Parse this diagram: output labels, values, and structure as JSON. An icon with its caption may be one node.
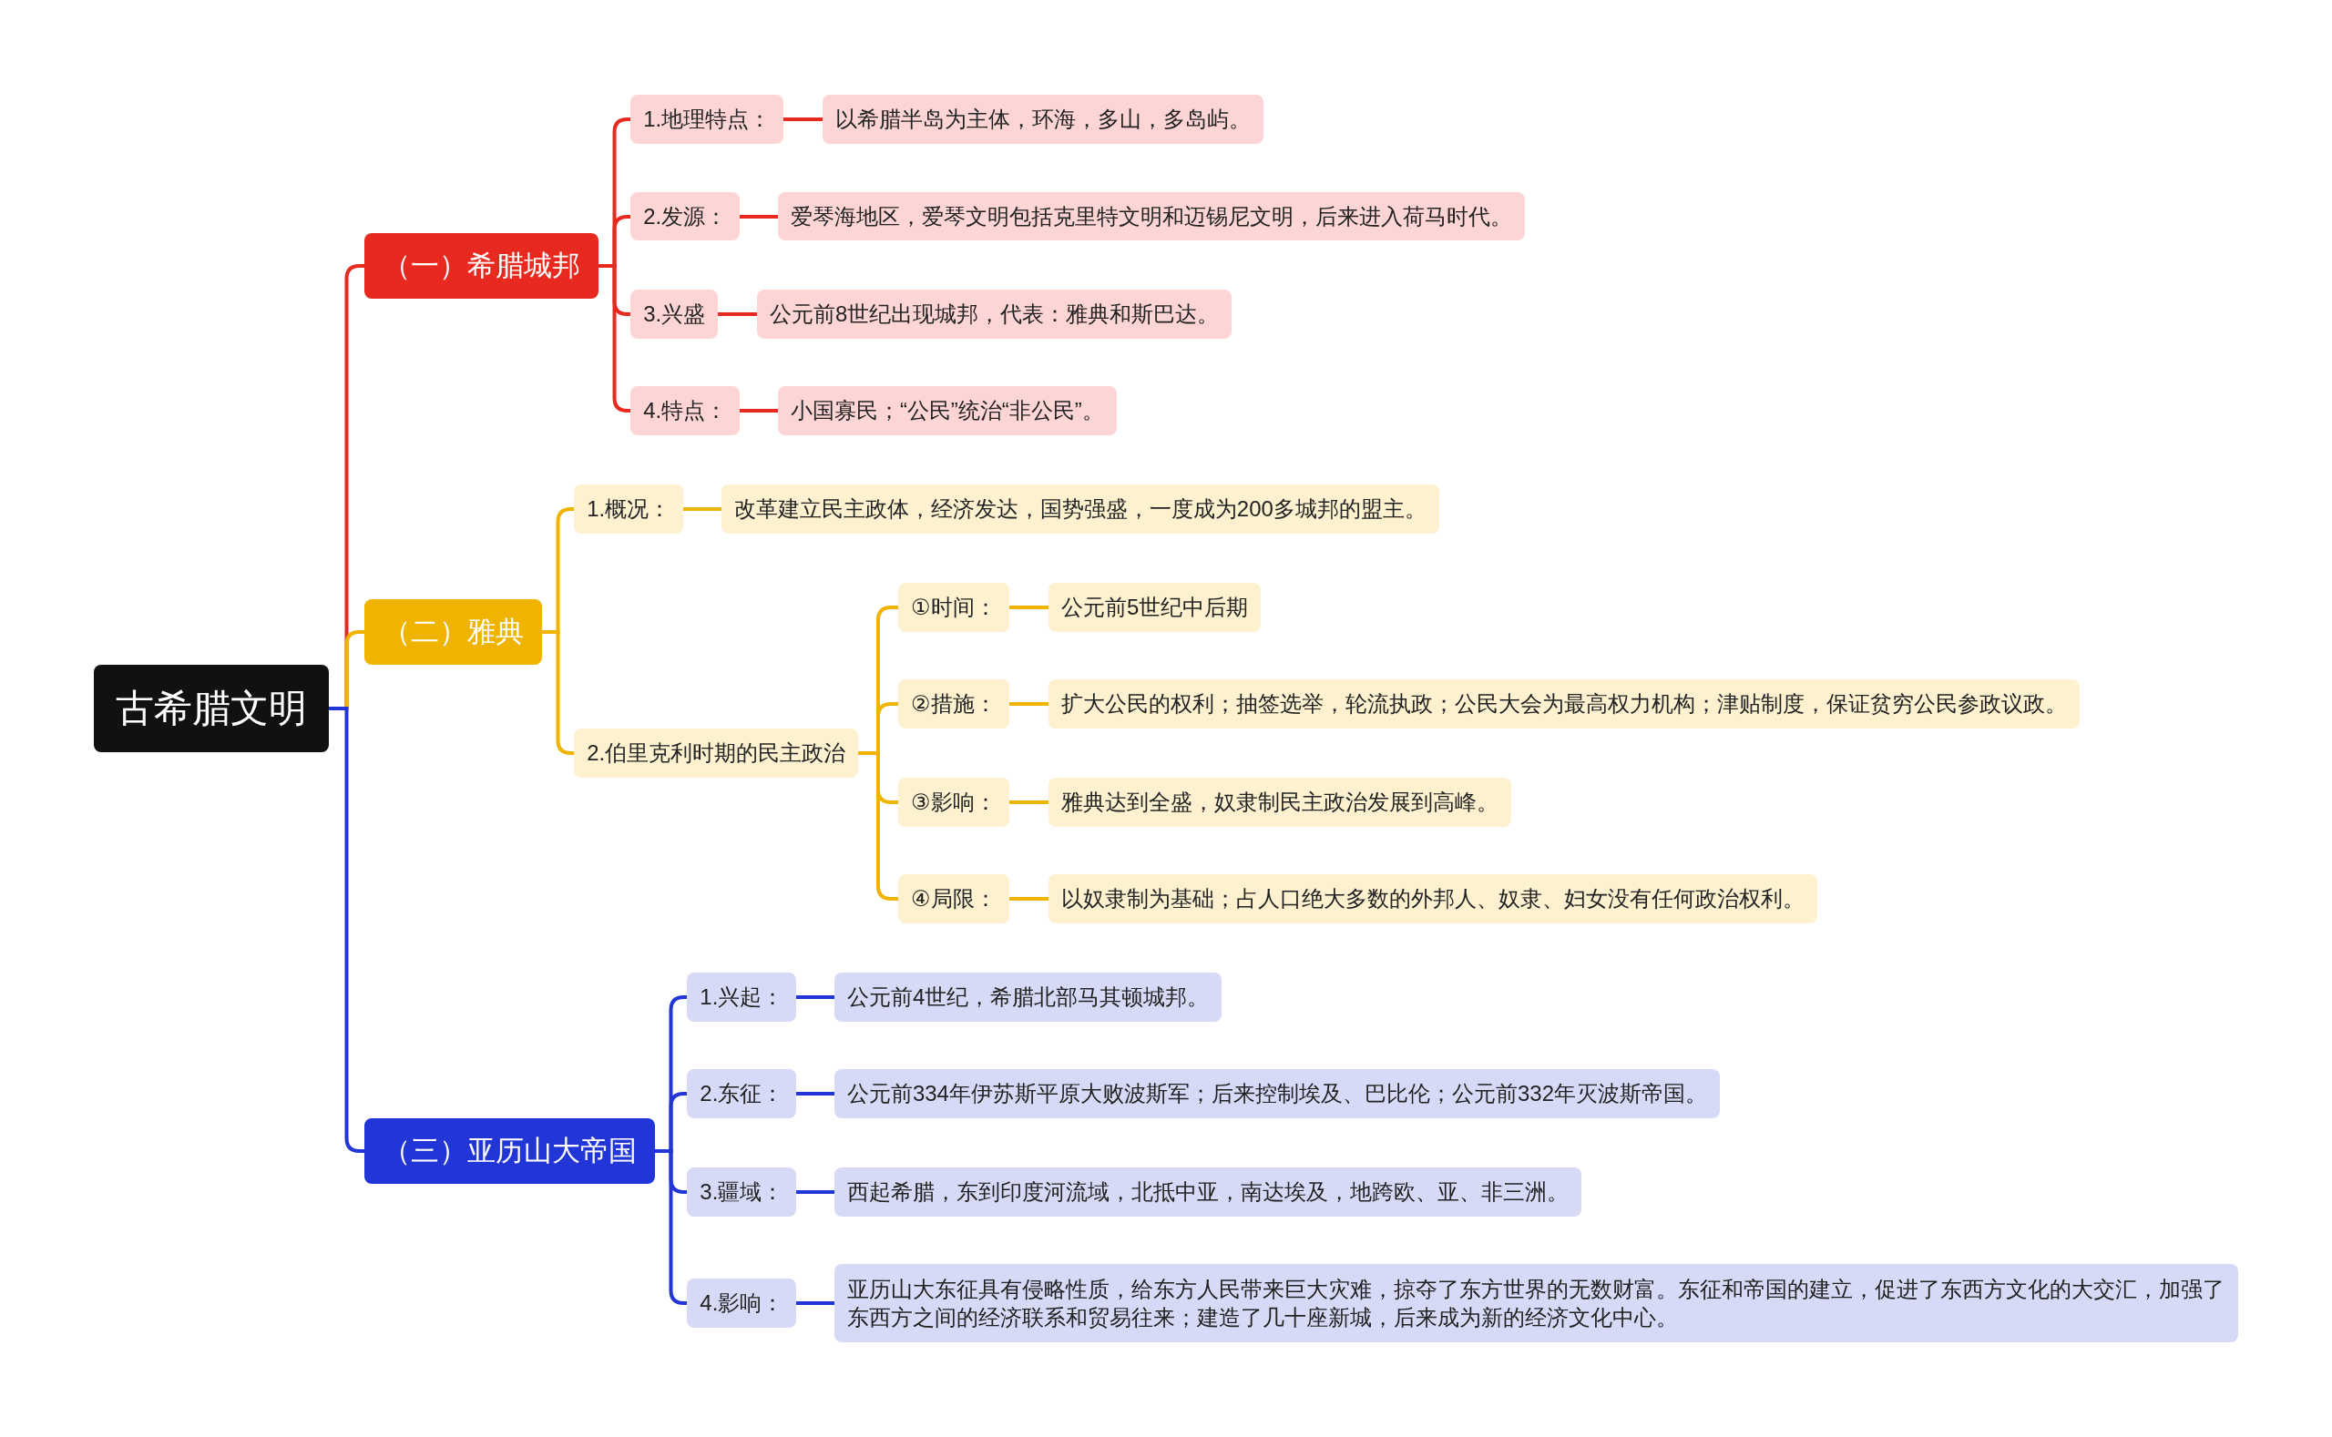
{
  "diagram": {
    "nodes": [
      {
        "text": [
          "古希腊文明"
        ]
      },
      {
        "text": [
          "（一）希腊城邦"
        ]
      },
      {
        "text": [
          "1.地理特点："
        ]
      },
      {
        "text": [
          "以希腊半岛为主体，环海，多山，多岛屿。"
        ]
      },
      {
        "text": [
          "2.发源："
        ]
      },
      {
        "text": [
          "爱琴海地区，爱琴文明包括克里特文明和迈锡尼文明，后来进入荷马时代。"
        ]
      },
      {
        "text": [
          "3.兴盛"
        ]
      },
      {
        "text": [
          "公元前8世纪出现城邦，代表：雅典和斯巴达。"
        ]
      },
      {
        "text": [
          "4.特点："
        ]
      },
      {
        "text": [
          "小国寡民；“公民”统治“非公民”。"
        ]
      },
      {
        "text": [
          "（二）雅典"
        ]
      },
      {
        "text": [
          "1.概况："
        ]
      },
      {
        "text": [
          "改革建立民主政体，经济发达，国势强盛，一度成为200多城邦的盟主。"
        ]
      },
      {
        "text": [
          "2.伯里克利时期的民主政治"
        ]
      },
      {
        "text": [
          "①时间："
        ]
      },
      {
        "text": [
          "公元前5世纪中后期"
        ]
      },
      {
        "text": [
          "②措施："
        ]
      },
      {
        "text": [
          "扩大公民的权利；抽签选举，轮流执政；公民大会为最高权力机构；津贴制度，保证贫穷公民参政议政。"
        ]
      },
      {
        "text": [
          "③影响："
        ]
      },
      {
        "text": [
          "雅典达到全盛，奴隶制民主政治发展到高峰。"
        ]
      },
      {
        "text": [
          "④局限："
        ]
      },
      {
        "text": [
          "以奴隶制为基础；占人口绝大多数的外邦人、奴隶、妇女没有任何政治权利。"
        ]
      },
      {
        "text": [
          "（三）亚历山大帝国"
        ]
      },
      {
        "text": [
          "1.兴起："
        ]
      },
      {
        "text": [
          "公元前4世纪，希腊北部马其顿城邦。"
        ]
      },
      {
        "text": [
          "2.东征："
        ]
      },
      {
        "text": [
          "公元前334年伊苏斯平原大败波斯军；后来控制埃及、巴比伦；公元前332年灭波斯帝国。"
        ]
      },
      {
        "text": [
          "3.疆域："
        ]
      },
      {
        "text": [
          "西起希腊，东到印度河流域，北抵中亚，南达埃及，地跨欧、亚、非三洲。"
        ]
      },
      {
        "text": [
          "4.影响："
        ]
      },
      {
        "text": [
          "亚历山大东征具有侵略性质，给东方人民带来巨大灾难，掠夺了东方世界的无数财富。东征和帝国的建立，促进了东西方文化的大交汇，加强了东西方之间的经济联系和贸易往来；建造了几十座新城，后来成为新的经济文化中心。"
        ]
      }
    ],
    "edges": [
      {
        "from": 0,
        "to": 1,
        "arrow": "none",
        "color": "#e8291f"
      },
      {
        "from": 0,
        "to": 10,
        "arrow": "none",
        "color": "#f0b400"
      },
      {
        "from": 0,
        "to": 22,
        "arrow": "none",
        "color": "#2235d6"
      },
      {
        "from": 1,
        "to": 2,
        "arrow": "none",
        "color": "#e8291f"
      },
      {
        "from": 2,
        "to": 3,
        "arrow": "none",
        "color": "#e8291f"
      },
      {
        "from": 1,
        "to": 4,
        "arrow": "none",
        "color": "#e8291f"
      },
      {
        "from": 4,
        "to": 5,
        "arrow": "none",
        "color": "#e8291f"
      },
      {
        "from": 1,
        "to": 6,
        "arrow": "none",
        "color": "#e8291f"
      },
      {
        "from": 6,
        "to": 7,
        "arrow": "none",
        "color": "#e8291f"
      },
      {
        "from": 1,
        "to": 8,
        "arrow": "none",
        "color": "#e8291f"
      },
      {
        "from": 8,
        "to": 9,
        "arrow": "none",
        "color": "#e8291f"
      },
      {
        "from": 10,
        "to": 11,
        "arrow": "none",
        "color": "#f0b400"
      },
      {
        "from": 11,
        "to": 12,
        "arrow": "none",
        "color": "#f0b400"
      },
      {
        "from": 10,
        "to": 13,
        "arrow": "none",
        "color": "#f0b400"
      },
      {
        "from": 13,
        "to": 14,
        "arrow": "none",
        "color": "#f0b400"
      },
      {
        "from": 14,
        "to": 15,
        "arrow": "none",
        "color": "#f0b400"
      },
      {
        "from": 13,
        "to": 16,
        "arrow": "none",
        "color": "#f0b400"
      },
      {
        "from": 16,
        "to": 17,
        "arrow": "none",
        "color": "#f0b400"
      },
      {
        "from": 13,
        "to": 18,
        "arrow": "none",
        "color": "#f0b400"
      },
      {
        "from": 18,
        "to": 19,
        "arrow": "none",
        "color": "#f0b400"
      },
      {
        "from": 13,
        "to": 20,
        "arrow": "none",
        "color": "#f0b400"
      },
      {
        "from": 20,
        "to": 21,
        "arrow": "none",
        "color": "#f0b400"
      },
      {
        "from": 22,
        "to": 23,
        "arrow": "none",
        "color": "#2235d6"
      },
      {
        "from": 23,
        "to": 24,
        "arrow": "none",
        "color": "#2235d6"
      },
      {
        "from": 22,
        "to": 25,
        "arrow": "none",
        "color": "#2235d6"
      },
      {
        "from": 25,
        "to": 26,
        "arrow": "none",
        "color": "#2235d6"
      },
      {
        "from": 22,
        "to": 27,
        "arrow": "none",
        "color": "#2235d6"
      },
      {
        "from": 27,
        "to": 28,
        "arrow": "none",
        "color": "#2235d6"
      },
      {
        "from": 22,
        "to": 29,
        "arrow": "none",
        "color": "#2235d6"
      },
      {
        "from": 29,
        "to": 30,
        "arrow": "none",
        "color": "#2235d6"
      }
    ]
  }
}
